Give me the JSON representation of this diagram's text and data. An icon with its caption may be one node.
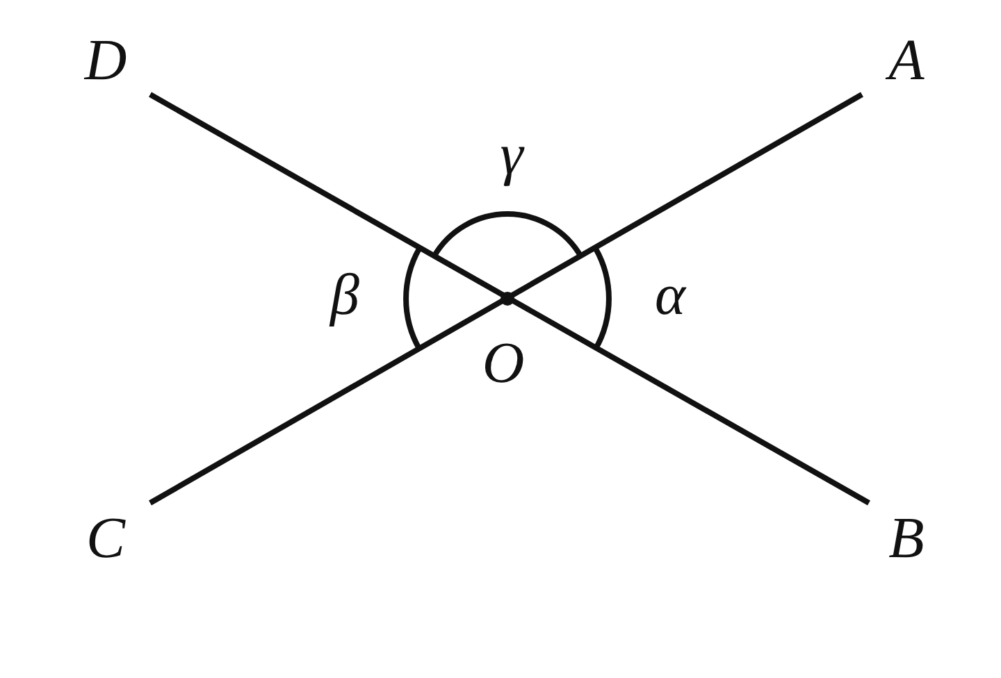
{
  "diagram": {
    "labels": [
      "D",
      "A",
      "γ",
      "β",
      "α",
      "O",
      "C",
      "B"
    ]
  }
}
